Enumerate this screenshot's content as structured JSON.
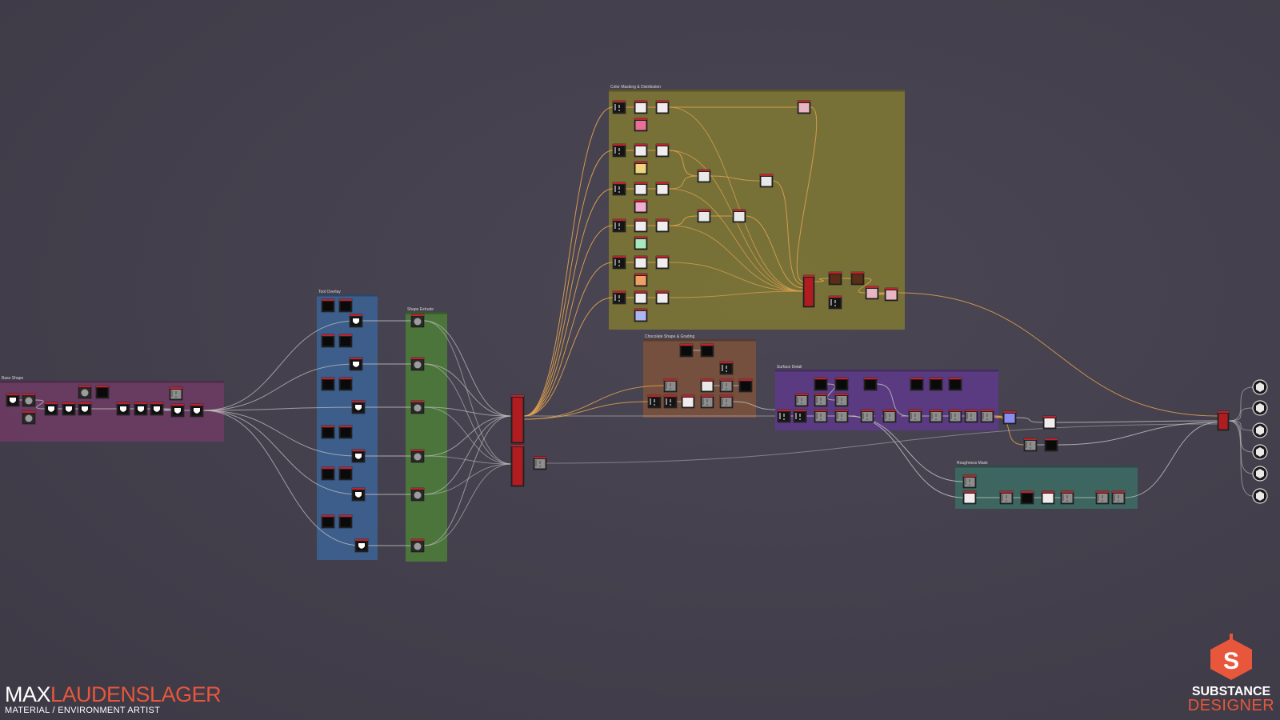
{
  "app": "Substance Designer",
  "colors": {
    "background": "#44404d",
    "wire_grey": "#bdbdbd",
    "wire_orange": "#e2a34f",
    "accent": "#e8573b"
  },
  "frames": [
    {
      "id": "f-pink",
      "title": "Base Shape",
      "color": "#6b3b63"
    },
    {
      "id": "f-blue",
      "title": "Tool Overlay",
      "color": "#3d5f8f"
    },
    {
      "id": "f-green",
      "title": "Shape Extrude",
      "color": "#4d7a3b"
    },
    {
      "id": "f-olive",
      "title": "Color Masking & Distribution",
      "color": "#7c7536"
    },
    {
      "id": "f-brown",
      "title": "Chocolate Shape & Grading",
      "color": "#7a513d"
    },
    {
      "id": "f-purple",
      "title": "Surface Detail",
      "color": "#5c3b85"
    },
    {
      "id": "f-teal",
      "title": "Roughness Mask",
      "color": "#3c6961"
    }
  ],
  "outputs": [
    {
      "name": "basecolor-output-icon"
    },
    {
      "name": "normal-output-icon"
    },
    {
      "name": "roughness-output-icon"
    },
    {
      "name": "metallic-output-icon"
    },
    {
      "name": "height-output-icon"
    },
    {
      "name": "ao-output-icon"
    }
  ],
  "branding": {
    "first": "MAX",
    "last": "LAUDENSLAGER",
    "role": "MATERIAL / ENVIRONMENT ARTIST"
  },
  "product_logo": {
    "icon": "substance-designer-icon",
    "line1": "SUBSTANCE",
    "line2": "DESIGNER"
  }
}
